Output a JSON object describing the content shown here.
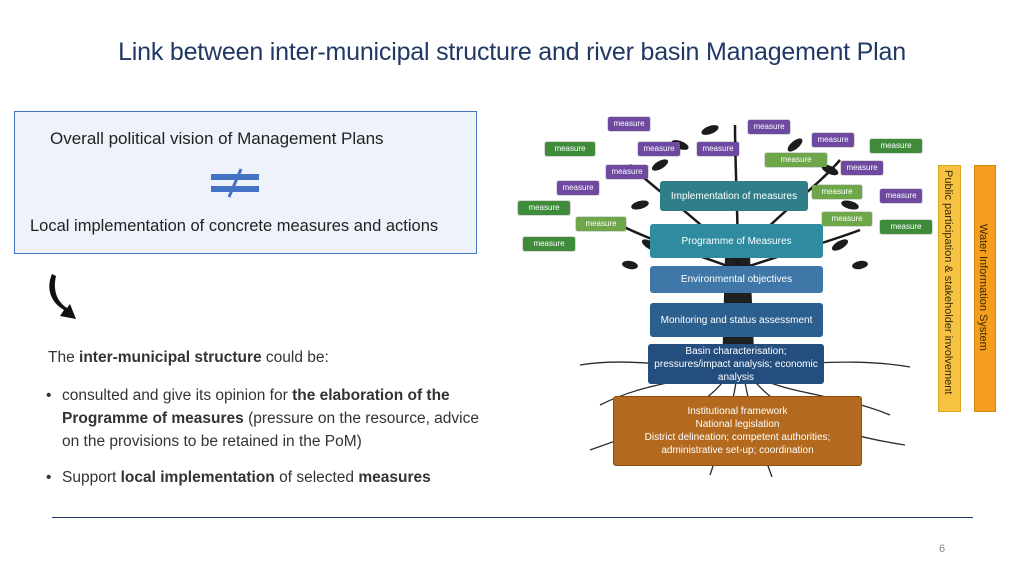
{
  "title": "Link between inter-municipal structure and river basin Management Plan",
  "vision_box": {
    "line1": "Overall political vision of Management Plans",
    "line2": "Local implementation of concrete measures and actions"
  },
  "intro": {
    "prefix": "The ",
    "strong": "inter-municipal structure",
    "suffix": " could be:"
  },
  "bullets": [
    {
      "line1_prefix": "consulted and give its opinion for ",
      "line1_strong": "the elaboration of the",
      "line2_strong": "Programme of measures",
      "line2_suffix": " (pressure on the resource, advice",
      "line3": "on the provisions to be retained in the PoM)"
    },
    {
      "prefix": "Support ",
      "strong1": "local implementation",
      "middle": " of selected ",
      "strong2": "measures"
    }
  ],
  "bullet_char": "•",
  "page_number": "6",
  "tree": {
    "measure_label": "measure",
    "layers": [
      {
        "text": "Implementation of measures",
        "color": "#2f7f8a"
      },
      {
        "text": "Programme of Measures",
        "color": "#2e8ba0"
      },
      {
        "text": "Environmental objectives",
        "color": "#3f78a8"
      },
      {
        "text": "Monitoring and status assessment",
        "color": "#2b5f8e"
      },
      {
        "text": "Basin characterisation; pressures/impact analysis; economic analysis",
        "color": "#234e7e"
      },
      {
        "text": "Institutional framework\nNational legislation\nDistrict delineation; competent authorities; administrative set-up; coordination",
        "color": "#b36a1e"
      }
    ],
    "side_bar_1": "Public participation & stakeholder involvement",
    "side_bar_2": "Water Information System"
  }
}
